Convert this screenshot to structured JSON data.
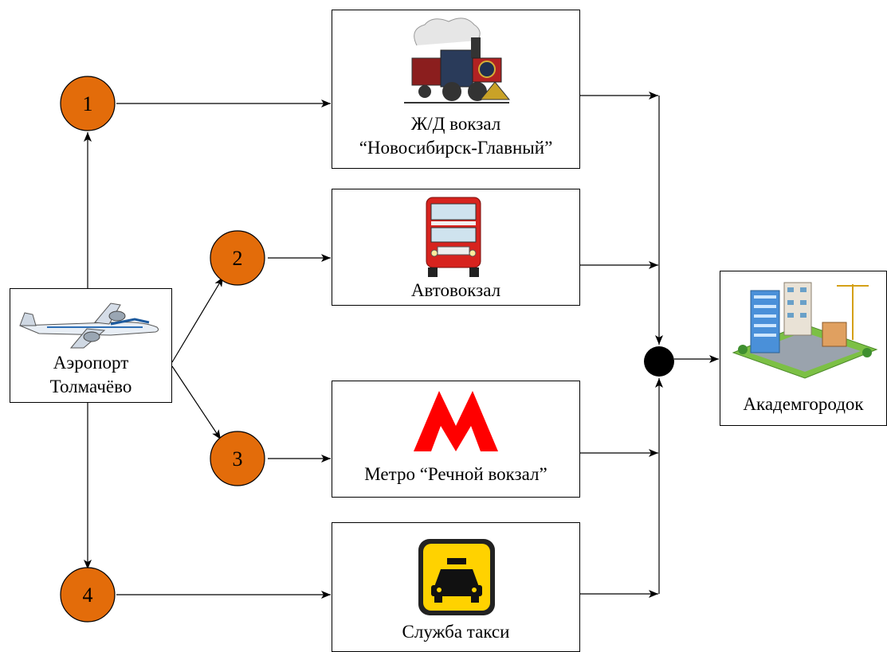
{
  "nodes": {
    "airport": {
      "line1": "Аэропорт",
      "line2": "Толмачёво",
      "icon": "airplane-icon"
    },
    "railway": {
      "line1": "Ж/Д вокзал",
      "line2": "“Новосибирск-Главный”",
      "icon": "steam-train-icon"
    },
    "bus": {
      "label": "Автовокзал",
      "icon": "double-decker-bus-icon"
    },
    "metro": {
      "label": "Метро “Речной вокзал”",
      "icon": "metro-m-icon"
    },
    "taxi": {
      "label": "Служба такси",
      "icon": "taxi-icon"
    },
    "academ": {
      "label": "Академгородок",
      "icon": "city-district-icon"
    }
  },
  "routes": [
    "1",
    "2",
    "3",
    "4"
  ],
  "colors": {
    "route_circle": "#E36C0A",
    "junction": "#000000",
    "metro": "#FF0000",
    "taxi_bg": "#FFD200"
  }
}
